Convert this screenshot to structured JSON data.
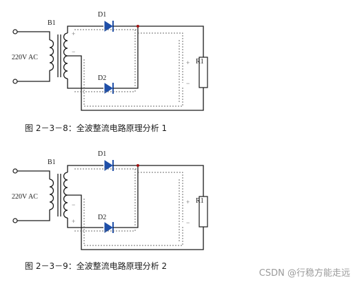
{
  "figures": [
    {
      "caption": "图 2－3－8：全波整流电路原理分析 1",
      "source": "220V AC",
      "transformer": "B1",
      "diode_top": "D1",
      "diode_bottom": "D2",
      "load": "R1",
      "winding_top_polarity": "+",
      "winding_bottom_polarity": "−",
      "load_top_polarity": "+",
      "load_bottom_polarity": "−"
    },
    {
      "caption": "图 2－3－9：全波整流电路原理分析 2",
      "source": "220V AC",
      "transformer": "B1",
      "diode_top": "D1",
      "diode_bottom": "D2",
      "load": "R1",
      "winding_top_polarity": "−",
      "winding_bottom_polarity": "+",
      "load_top_polarity": "+",
      "load_bottom_polarity": "−"
    }
  ],
  "watermark": "CSDN @行稳方能走远",
  "colors": {
    "wire": "#1a1a1a",
    "diode": "#1f4fa8",
    "current_path": "#6b6b6b",
    "resistor": "#ffffff"
  }
}
